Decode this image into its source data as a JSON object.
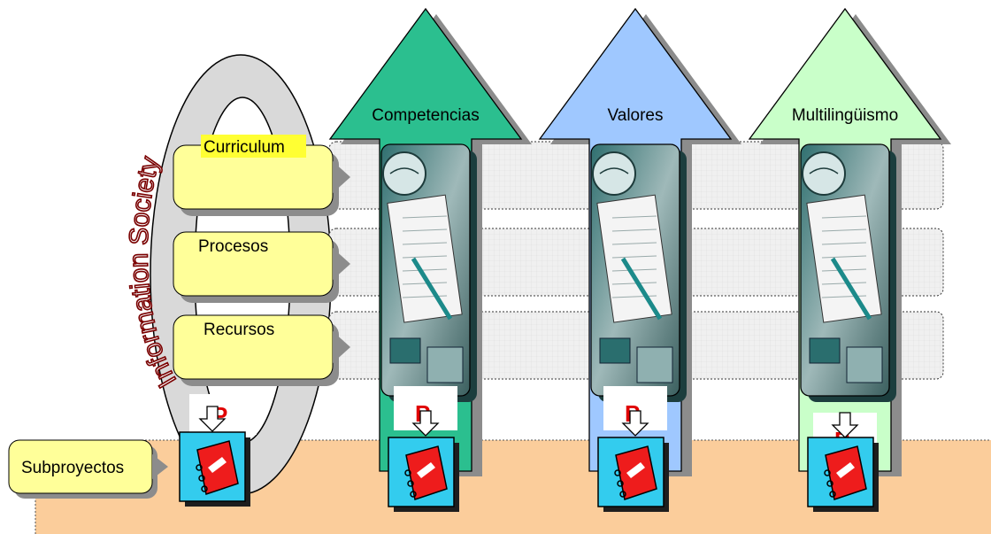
{
  "arc_text": "Information Society",
  "pillars": [
    {
      "label": "Competencias",
      "color": "#2bbf8f",
      "project_letter": "P"
    },
    {
      "label": "Valores",
      "color": "#9fc8ff",
      "project_letter": "P"
    },
    {
      "label": "Multilingüismo",
      "color": "#c9ffc9",
      "project_letter": "P"
    }
  ],
  "rows": [
    {
      "label": "Curriculum",
      "highlight": "#ffff33"
    },
    {
      "label": "Procesos"
    },
    {
      "label": "Recursos"
    }
  ],
  "base": {
    "label": "Subproyectos",
    "color": "#fbcd9b"
  },
  "left_project_letter": "P",
  "colors": {
    "row_box": "#ffff99",
    "row_band": "#eeeeee",
    "ellipse": "#d9d9d9",
    "shadow": "#8c8c8c"
  },
  "icons": [
    "globe-notepad-image",
    "red-binder-icon",
    "down-arrow-icon"
  ]
}
